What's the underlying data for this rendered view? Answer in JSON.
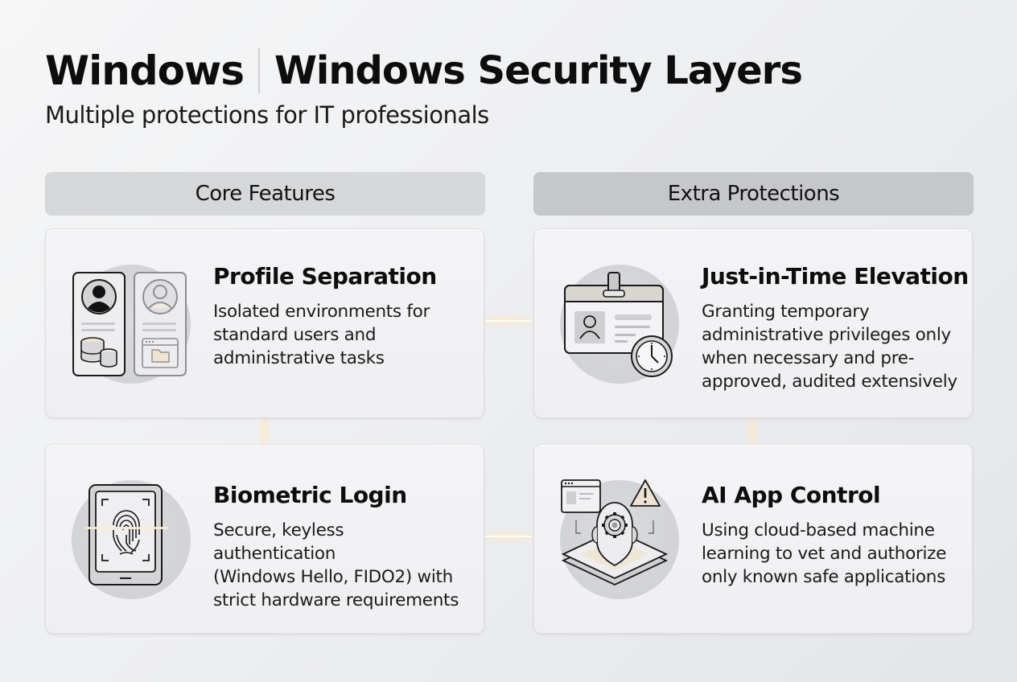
{
  "header": {
    "brand": "Windows",
    "title": "Windows Security Layers",
    "subtitle": "Multiple protections for IT professionals"
  },
  "columns": [
    {
      "label": "Core Features",
      "color": "#d6d7d9"
    },
    {
      "label": "Extra Protections",
      "color": "#c6c7ca"
    }
  ],
  "cards": [
    {
      "column": "Core Features",
      "title": "Profile Separation",
      "description": "Isolated environments for\nstandard users and\nadministrative tasks",
      "icon": "profile-separation-icon"
    },
    {
      "column": "Extra Protections",
      "title": "Just-in-Time Elevation",
      "description": "Granting temporary\nadministrative privileges only\nwhen necessary and pre-\napproved, audited extensively",
      "icon": "id-badge-clock-icon"
    },
    {
      "column": "Core Features",
      "title": "Biometric Login",
      "description": "Secure, keyless authentication\n(Windows Hello, FIDO2) with\nstrict hardware requirements",
      "icon": "fingerprint-tablet-icon"
    },
    {
      "column": "Extra Protections",
      "title": "AI App Control",
      "description": "Using cloud-based machine\nlearning to vet and authorize\nonly known safe applications",
      "icon": "ai-gear-head-warning-icon"
    }
  ],
  "colors": {
    "background": "#efeff1",
    "card": "#f2f2f4",
    "connector_glow": "#f8e8c8",
    "text": "#0d0d0d"
  }
}
